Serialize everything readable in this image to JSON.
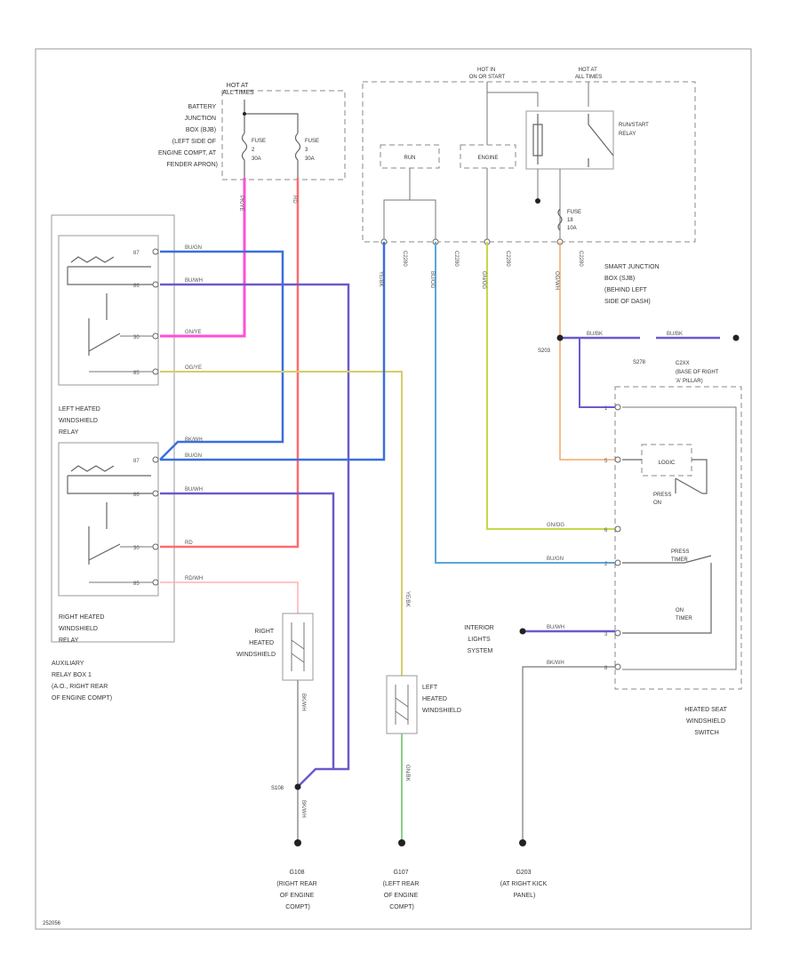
{
  "labels": {
    "hot_at_all_times_1": [
      "HOT AT",
      "ALL TIMES"
    ],
    "hot_in_on_start": [
      "HOT IN",
      "ON OR START"
    ],
    "hot_at_all_times_2": [
      "HOT AT",
      "ALL TIMES"
    ],
    "battery_junction_box": [
      "BATTERY",
      "JUNCTION",
      "BOX (BJB)",
      "(LEFT SIDE OF",
      "ENGINE COMPT, AT",
      "FENDER APRON)"
    ],
    "fuse_a": [
      "FUSE",
      "2",
      "30A"
    ],
    "fuse_b": [
      "FUSE",
      "3",
      "30A"
    ],
    "run_relay": "RUN",
    "engine_relay": "ENGINE",
    "runstart_relay": [
      "RUN/START",
      "RELAY"
    ],
    "fuse_sjb": [
      "FUSE",
      "18",
      "10A"
    ],
    "smart_junction_box": [
      "SMART JUNCTION",
      "BOX (SJB)",
      "(BEHIND LEFT",
      "SIDE OF DASH)"
    ],
    "left_relay": [
      "LEFT HEATED",
      "WINDSHIELD",
      "RELAY"
    ],
    "right_relay": [
      "RIGHT HEATED",
      "WINDSHIELD",
      "RELAY"
    ],
    "aux_relay_box": [
      "AUXILIARY",
      "RELAY BOX 1",
      "(A.O., RIGHT REAR",
      "OF ENGINE COMPT)"
    ],
    "right_element": [
      "RIGHT",
      "HEATED",
      "WINDSHIELD"
    ],
    "left_element": [
      "LEFT",
      "HEATED",
      "WINDSHIELD"
    ],
    "interior_lights": [
      "INTERIOR",
      "LIGHTS",
      "SYSTEM"
    ],
    "switch_name": [
      "HEATED SEAT",
      "WINDSHIELD",
      "SWITCH"
    ],
    "switch_location": [
      "C2XX",
      "(BASE OF RIGHT",
      "'A' PILLAR)"
    ],
    "switch_inner": "LOGIC",
    "press_on": [
      "PRESS",
      "ON"
    ],
    "press_timer": [
      "PRESS",
      "TIMER"
    ],
    "on_timer": [
      "ON",
      "TIMER"
    ],
    "g108": [
      "G108",
      "(RIGHT REAR",
      "OF ENGINE",
      "COMPT)"
    ],
    "g107": [
      "G107",
      "(LEFT REAR",
      "OF ENGINE",
      "COMPT)"
    ],
    "g203": [
      "G203",
      "(AT RIGHT KICK",
      "PANEL)"
    ],
    "s108": "S108",
    "s203": "S203",
    "s278": "S278",
    "footer_id": "252056"
  },
  "wires": {
    "pk_ye": "PK/YE",
    "rd": "RD",
    "bu_gn": "BU/GN",
    "bu_wh": "BU/WH",
    "gn_ye": "GN/YE",
    "og_ye": "OG/YE",
    "bk_wh": "BK/WH",
    "ye_bk": "YE/BK",
    "bu_og": "BU/OG",
    "bu_wh2": "BU/WH",
    "bu_bk": "BU/BK",
    "bk_wh_g": "BK/WH",
    "rd_wh": "RD/WH",
    "gn_bk": "GN/BK",
    "bk_wh_left": "BK/WH",
    "bu_bk_right": "BU/BK",
    "og_wh": "OG/WH",
    "gn_og": "GN/OG",
    "bu_gn_sw": "BU/GN"
  },
  "pins": {
    "l_87": "87",
    "l_86": "86",
    "l_30": "30",
    "l_85": "85",
    "r_87": "87",
    "r_86": "86",
    "r_30": "30",
    "r_85": "85",
    "sj_a": "C2280",
    "sj_b": "C2280",
    "sj_c": "C2280",
    "sj_d": "C2280",
    "sw_1": "1",
    "sw_2": "5",
    "sw_3": "6",
    "sw_4": "2",
    "sw_5": "3",
    "sw_6": "8"
  },
  "colors": {
    "pink": "#ff4fd8",
    "red": "#ff6b6b",
    "blue": "#3a6fe0",
    "violet": "#6a5acd",
    "yellow": "#d8cc66",
    "lightblue": "#5ea6d8",
    "olive": "#c8d84a",
    "orange": "#f0a86a",
    "lightred": "#ffb0b0",
    "green": "#8ccf8c"
  }
}
